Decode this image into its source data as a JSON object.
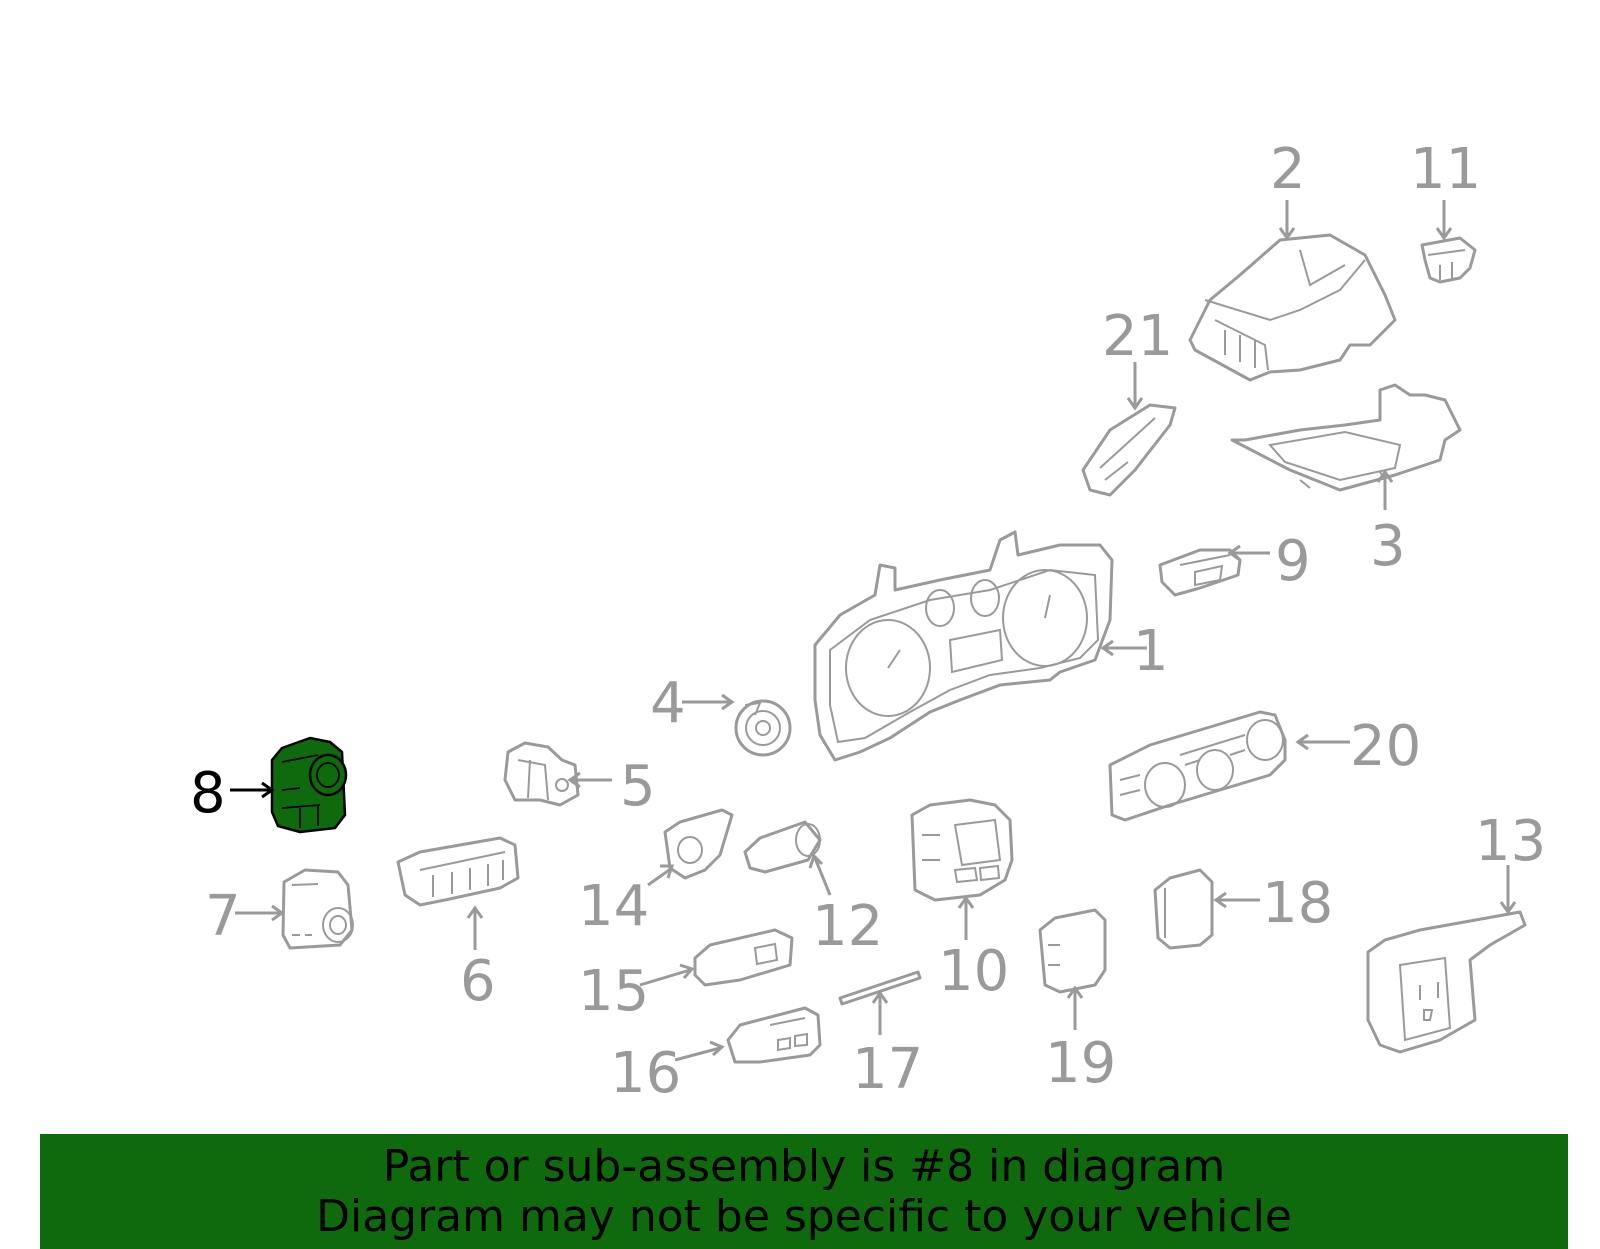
{
  "diagram": {
    "callouts": [
      "1",
      "2",
      "3",
      "4",
      "5",
      "6",
      "7",
      "8",
      "9",
      "10",
      "11",
      "12",
      "13",
      "14",
      "15",
      "16",
      "17",
      "18",
      "19",
      "20",
      "21"
    ],
    "highlighted_part": "8",
    "colors": {
      "part_line": "#9a9a9a",
      "highlight_fill": "#0f6a0d",
      "highlight_text": "#000000",
      "banner_bg": "#0f6a0d"
    }
  },
  "banner": {
    "line1": "Part or sub-assembly is #8 in diagram",
    "line2": "Diagram may not be specific to your vehicle"
  }
}
